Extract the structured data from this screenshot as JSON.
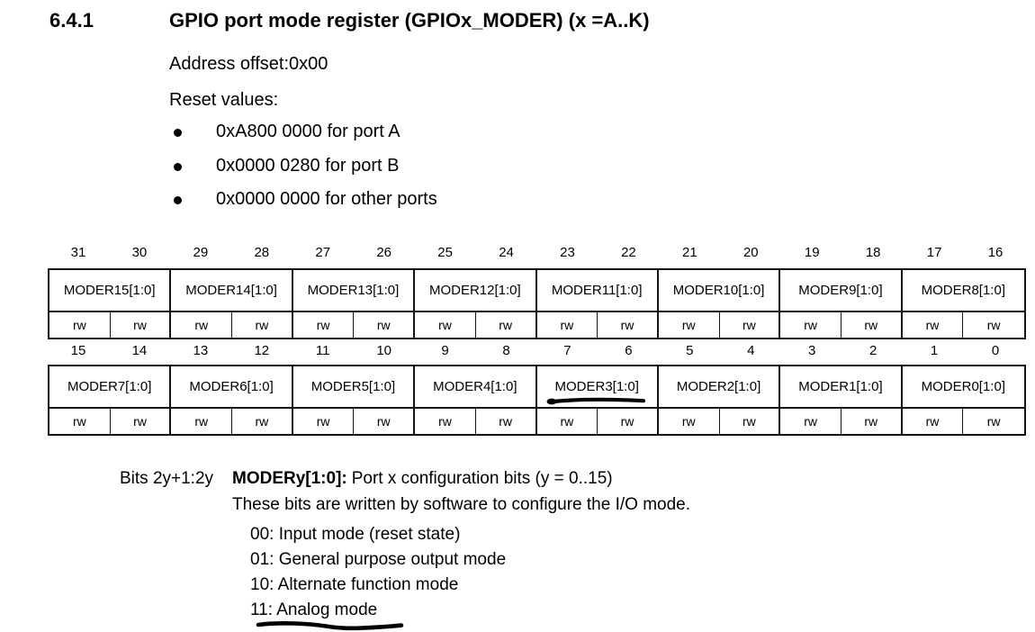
{
  "page": {
    "section_number": "6.4.1",
    "title": "GPIO port mode register (GPIOx_MODER) (x =A..K)",
    "address_offset": "Address offset:0x00",
    "reset_values_label": "Reset values:",
    "reset_values": [
      "0xA800 0000 for port A",
      "0x0000 0280 for port B",
      "0x0000 0000 for other ports"
    ]
  },
  "register_diagram": {
    "access_label": "rw",
    "high_word": {
      "bits": [
        "31",
        "30",
        "29",
        "28",
        "27",
        "26",
        "25",
        "24",
        "23",
        "22",
        "21",
        "20",
        "19",
        "18",
        "17",
        "16"
      ],
      "fields": [
        "MODER15[1:0]",
        "MODER14[1:0]",
        "MODER13[1:0]",
        "MODER12[1:0]",
        "MODER11[1:0]",
        "MODER10[1:0]",
        "MODER9[1:0]",
        "MODER8[1:0]"
      ]
    },
    "low_word": {
      "bits": [
        "15",
        "14",
        "13",
        "12",
        "11",
        "10",
        "9",
        "8",
        "7",
        "6",
        "5",
        "4",
        "3",
        "2",
        "1",
        "0"
      ],
      "fields": [
        "MODER7[1:0]",
        "MODER6[1:0]",
        "MODER5[1:0]",
        "MODER4[1:0]",
        "MODER3[1:0]",
        "MODER2[1:0]",
        "MODER1[1:0]",
        "MODER0[1:0]"
      ]
    }
  },
  "description": {
    "bits_label": "Bits 2y+1:2y",
    "field_label": "MODERy[1:0]:",
    "field_text": "Port x configuration bits (y = 0..15)",
    "note": "These bits are written by software to configure the I/O mode.",
    "modes": [
      "00: Input mode (reset state)",
      "01: General purpose output mode",
      "10: Alternate function mode",
      "11: Analog mode"
    ]
  },
  "annotations": {
    "underlined_field": "MODER3[1:0]",
    "underlined_mode": "11: Analog mode"
  }
}
